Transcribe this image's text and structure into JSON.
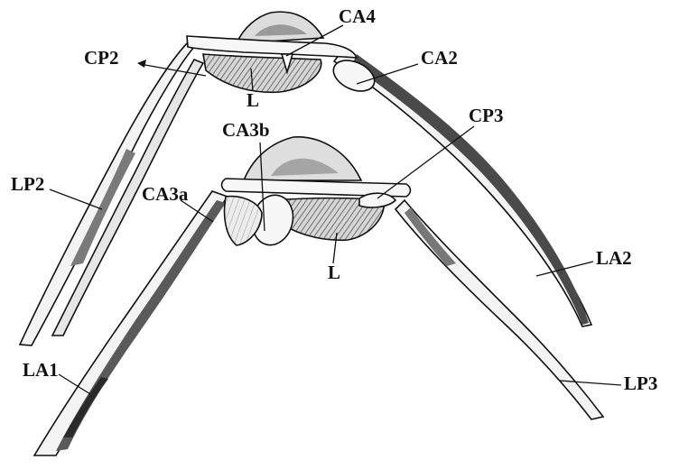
{
  "labels": {
    "ca4": "CA4",
    "cp2": "CP2",
    "l_upper": "L",
    "ca2": "CA2",
    "ca3b": "CA3b",
    "cp3": "CP3",
    "lp2": "LP2",
    "ca3a": "CA3a",
    "l_lower": "L",
    "la2": "LA2",
    "la1": "LA1",
    "lp3": "LP3"
  },
  "colors": {
    "ink": "#111111",
    "shade": "#8a8a8a",
    "light_shade": "#c8c8c8",
    "paper": "#ffffff"
  }
}
